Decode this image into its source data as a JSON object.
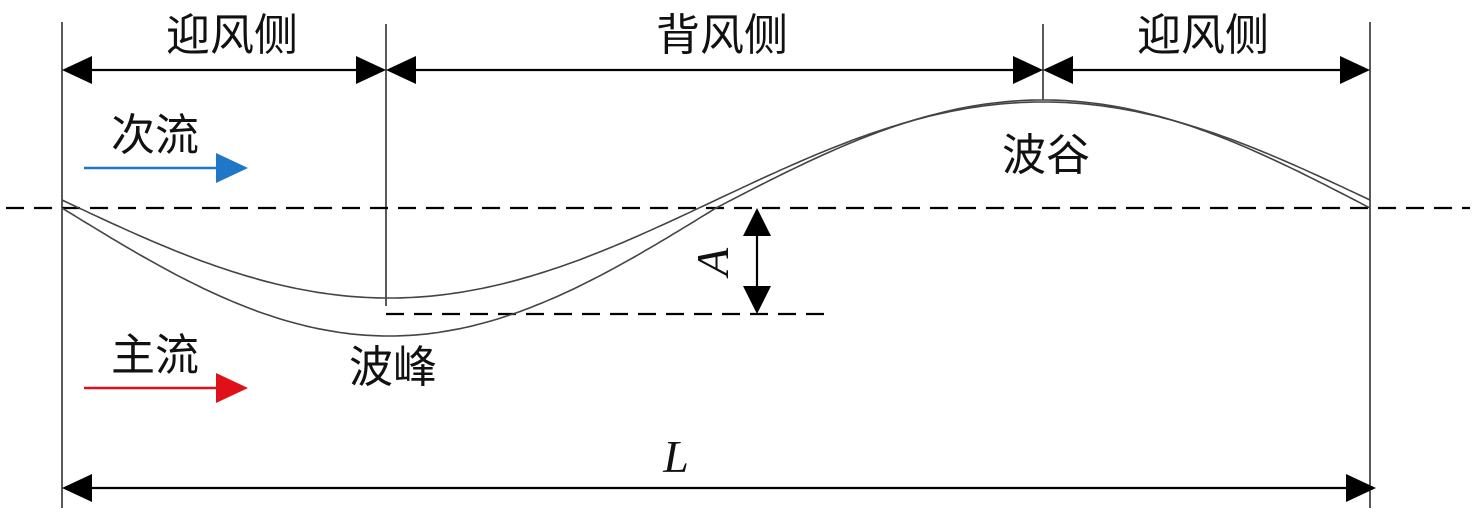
{
  "labels": {
    "windward_left": "迎风侧",
    "leeward": "背风侧",
    "windward_right": "迎风侧",
    "secondary_flow": "次流",
    "main_flow": "主流",
    "crest": "波峰",
    "trough": "波谷",
    "amplitude": "A",
    "wavelength": "L"
  },
  "colors": {
    "secondary_flow_arrow": "#1f77c8",
    "main_flow_arrow": "#e0101a",
    "line": "#000000"
  }
}
